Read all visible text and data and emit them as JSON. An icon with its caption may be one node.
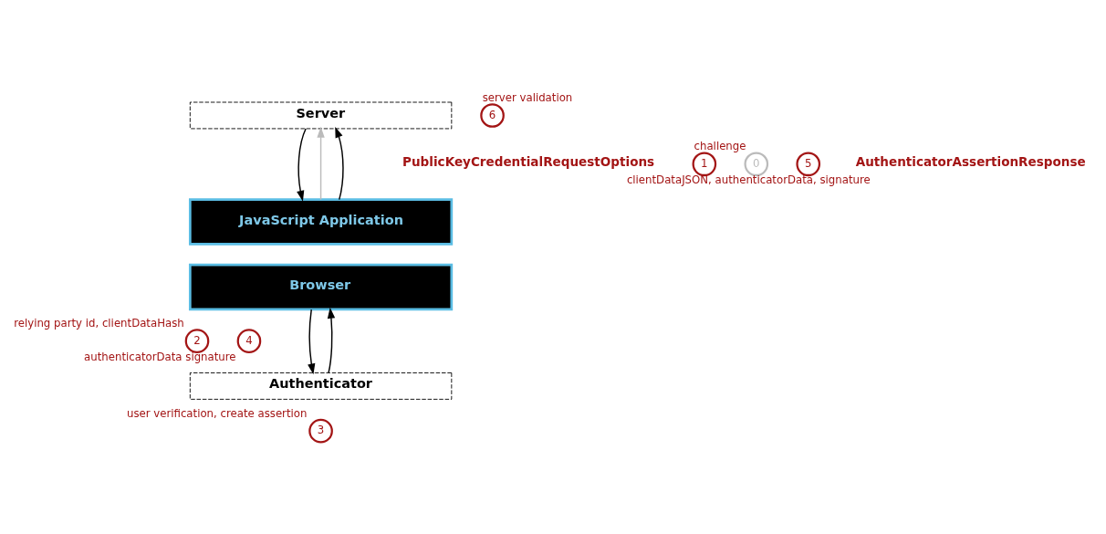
{
  "diagram": {
    "nodes": [
      {
        "text": [
          "6"
        ],
        "beside": [
          "server validation"
        ]
      },
      {
        "text": [
          "Server"
        ]
      },
      {
        "text": [
          "1"
        ],
        "beside": [
          "challenge"
        ]
      },
      {
        "text": [
          "0"
        ]
      },
      {
        "text": [
          "5"
        ],
        "beside": [
          "clientDataJSON, authenticatorData, signature"
        ]
      },
      {
        "text": [
          "JavaScript Application"
        ]
      },
      {
        "text": [
          "Browser"
        ]
      },
      {
        "text": [
          "2"
        ],
        "beside": [
          "relying party id, clientDataHash"
        ]
      },
      {
        "text": [
          "4"
        ],
        "beside": [
          "authenticatorData signature"
        ]
      },
      {
        "text": [
          "Authenticator"
        ]
      },
      {
        "text": [
          "3"
        ],
        "beside": [
          "user verification, create assertion"
        ]
      }
    ],
    "edges": [
      {
        "from": 1,
        "to": 5,
        "arrow": "to"
      },
      {
        "from": 5,
        "to": 1,
        "arrow": "to",
        "color": "#bbbbbb"
      },
      {
        "from": 5,
        "to": 1,
        "arrow": "to"
      },
      {
        "from": 6,
        "to": 9,
        "arrow": "to"
      },
      {
        "from": 9,
        "to": 6,
        "arrow": "to"
      }
    ],
    "labels": [
      "PublicKeyCredentialRequestOptions",
      "AuthenticatorAssertionResponse"
    ]
  }
}
